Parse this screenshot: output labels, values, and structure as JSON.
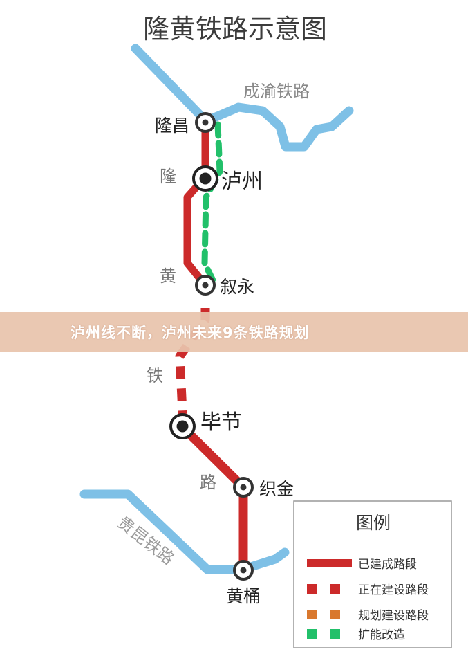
{
  "title": "隆黄铁路示意图",
  "banner_text": "泸州线不断，泸州未来9条铁路规划",
  "lines": {
    "chengyu": "成渝铁路",
    "guikun": "贵昆铁路",
    "longhuang_chars": [
      "隆",
      "黄",
      "铁",
      "路"
    ]
  },
  "stations": {
    "longchang": "隆昌",
    "luzhou": "泸州",
    "xuyong": "叙永",
    "bijie": "毕节",
    "zhijin": "织金",
    "huangtong": "黄桶"
  },
  "legend": {
    "title": "图例",
    "items": [
      {
        "label": "已建成路段",
        "color": "#cc2a2a",
        "style": "solid"
      },
      {
        "label": "正在建设路段",
        "color": "#cc2a2a",
        "style": "dashed"
      },
      {
        "label": "规划建设路段",
        "color": "#d9782e",
        "style": "dashed"
      },
      {
        "label": "扩能改造",
        "color": "#22c06a",
        "style": "dashed"
      }
    ]
  },
  "colors": {
    "river_blue": "#7ec0e6",
    "rail_red": "#cc2a2a",
    "upgrade_green": "#22c06a",
    "planned_orange": "#d9782e"
  }
}
